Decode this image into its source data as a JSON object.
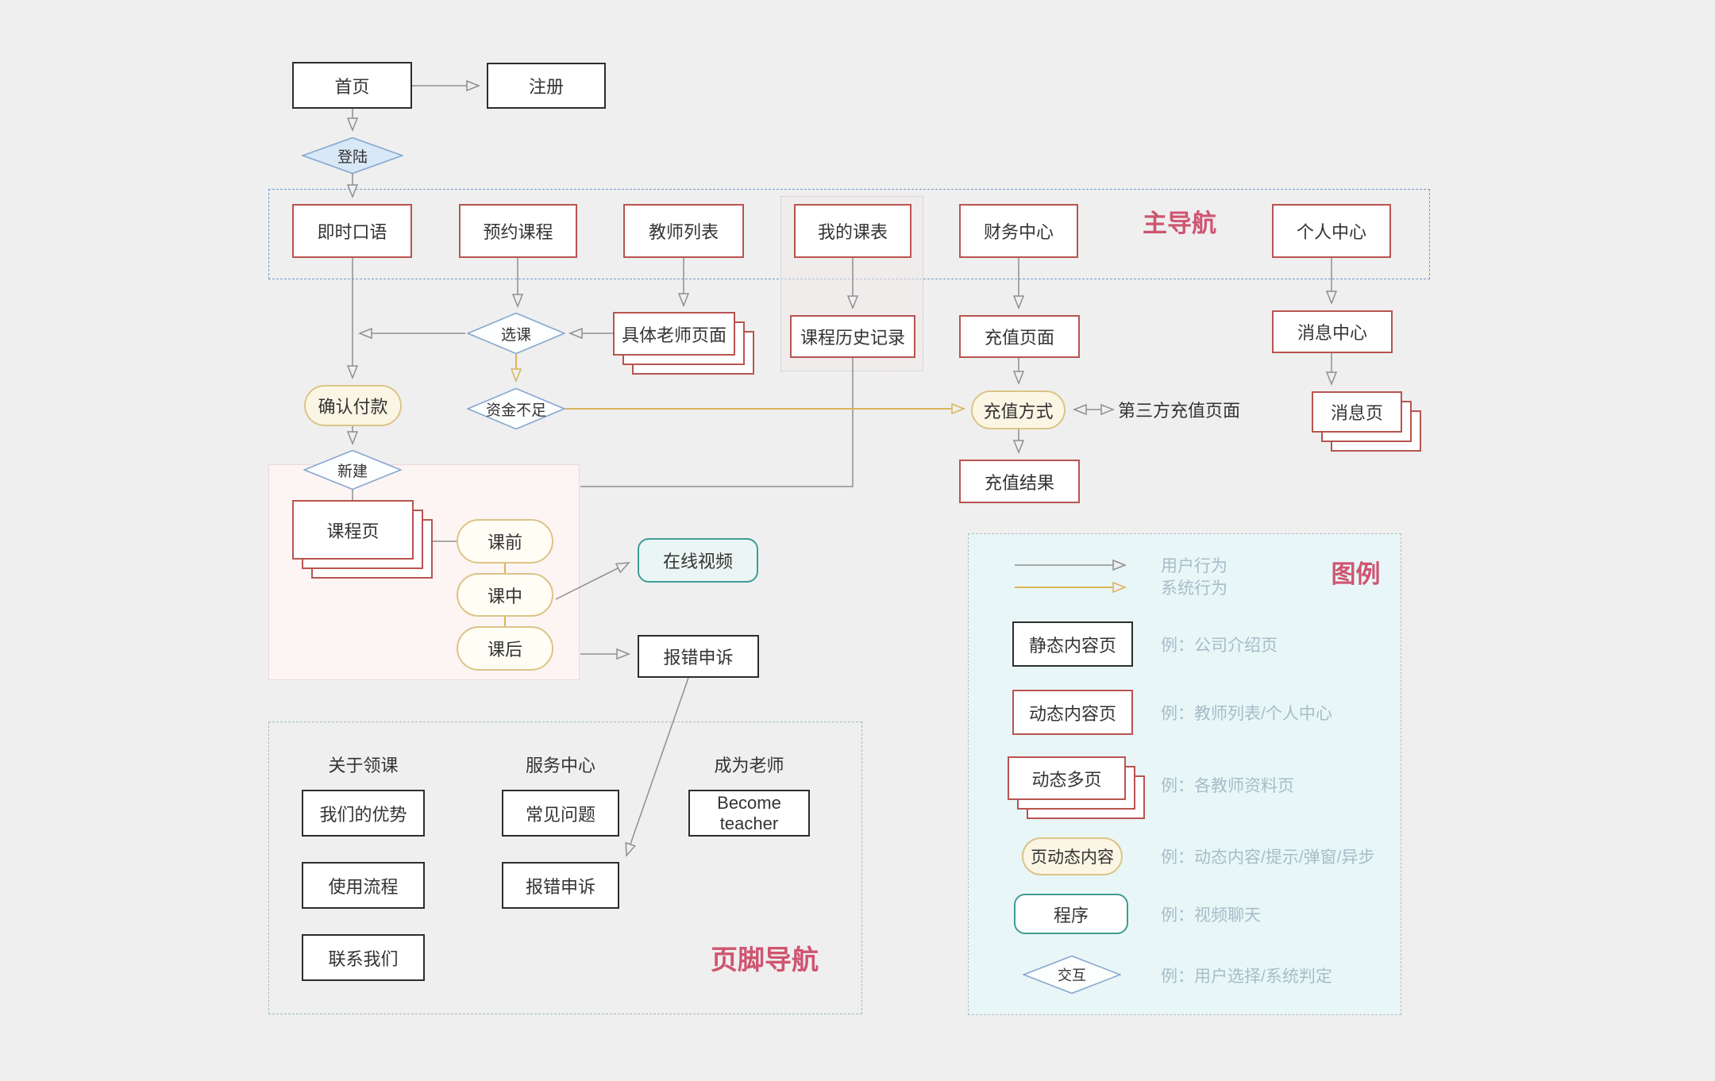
{
  "flow": {
    "home": "首页",
    "register": "注册",
    "login": "登陆",
    "nav_label": "主导航",
    "nav_items": [
      "即时口语",
      "预约课程",
      "教师列表",
      "我的课表",
      "财务中心",
      "个人中心"
    ],
    "choose_course": "选课",
    "teacher_detail_page": "具体老师页面",
    "course_history": "课程历史记录",
    "recharge_page": "充值页面",
    "message_center": "消息中心",
    "confirm_payment": "确认付款",
    "insufficient_funds": "资金不足",
    "recharge_method": "充值方式",
    "third_party_recharge": "第三方充值页面",
    "message_page": "消息页",
    "recharge_result": "充值结果",
    "new_booking": "新建",
    "course_page": "课程页",
    "before_class": "课前",
    "in_class": "课中",
    "after_class": "课后",
    "online_video": "在线视频",
    "error_appeal": "报错申诉"
  },
  "footer": {
    "label": "页脚导航",
    "columns": [
      {
        "header": "关于领课",
        "items": [
          "我们的优势",
          "使用流程",
          "联系我们"
        ]
      },
      {
        "header": "服务中心",
        "items": [
          "常见问题",
          "报错申诉"
        ]
      },
      {
        "header": "成为老师",
        "items": [
          "Become teacher"
        ]
      }
    ]
  },
  "legend": {
    "label": "图例",
    "arrow_user": "用户行为",
    "arrow_system": "系统行为",
    "items": [
      {
        "label": "静态内容页",
        "example": "例：公司介绍页"
      },
      {
        "label": "动态内容页",
        "example": "例：教师列表/个人中心"
      },
      {
        "label": "动态多页",
        "example": "例：各教师资料页"
      },
      {
        "label": "页动态内容",
        "example": "例：动态内容/提示/弹窗/异步"
      },
      {
        "label": "程序",
        "example": "例：视频聊天"
      },
      {
        "label": "交互",
        "example": "例：用户选择/系统判定"
      }
    ]
  },
  "colors": {
    "user_action": "#8f8f8f",
    "system_action": "#d9b55a",
    "page_border_red": "#b85450",
    "diamond_blue": "#85a7cf",
    "pill_yellow": "#dcc488",
    "program_teal": "#3e9d93",
    "section_label_red": "#cf5570",
    "background": "#efefef"
  }
}
